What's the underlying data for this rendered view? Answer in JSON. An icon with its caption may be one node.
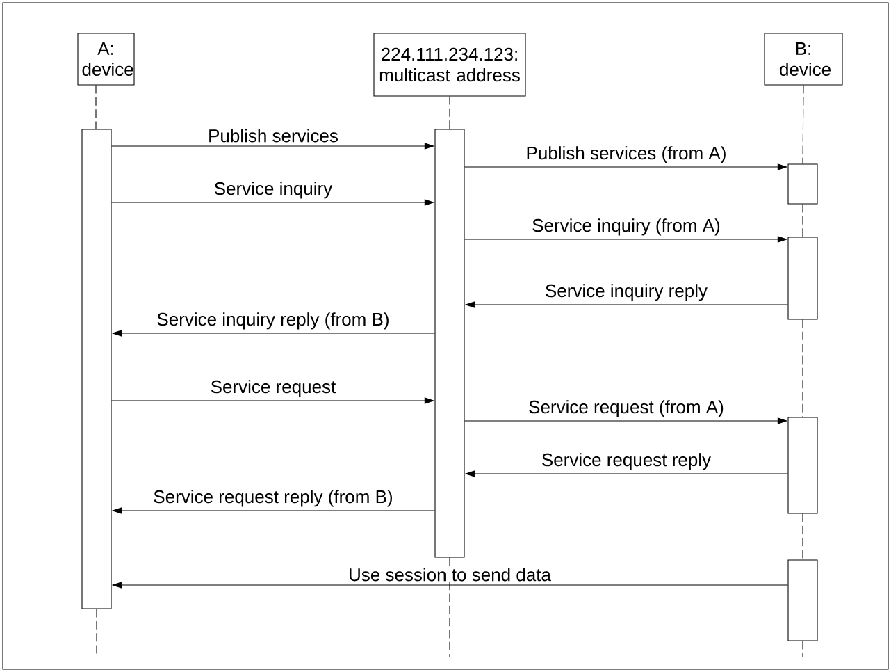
{
  "diagram": {
    "nodes": [
      {
        "text": [
          "A: device"
        ]
      },
      {
        "text": [
          "224.111.234.123: multicast address"
        ]
      },
      {
        "text": [
          "B: device"
        ]
      },
      {
        "text": [],
        "shape": "bar"
      },
      {
        "text": [],
        "shape": "bar"
      },
      {
        "text": [],
        "shape": "bar"
      },
      {
        "text": [],
        "shape": "bar"
      },
      {
        "text": [],
        "shape": "bar"
      },
      {
        "text": [],
        "shape": "bar"
      }
    ],
    "edges": [
      {
        "from": 3,
        "to": 4,
        "arrow": "to",
        "label": "Publish services"
      },
      {
        "from": 4,
        "to": 5,
        "arrow": "to",
        "label": "Publish services (from A)"
      },
      {
        "from": 3,
        "to": 4,
        "arrow": "to",
        "label": "Service inquiry"
      },
      {
        "from": 4,
        "to": 6,
        "arrow": "to",
        "label": "Service inquiry (from A)"
      },
      {
        "from": 6,
        "to": 4,
        "arrow": "to",
        "label": "Service inquiry reply"
      },
      {
        "from": 4,
        "to": 3,
        "arrow": "to",
        "label": "Service inquiry reply (from B)"
      },
      {
        "from": 3,
        "to": 4,
        "arrow": "to",
        "label": "Service request"
      },
      {
        "from": 4,
        "to": 7,
        "arrow": "to",
        "label": "Service request (from A)"
      },
      {
        "from": 7,
        "to": 4,
        "arrow": "to",
        "label": "Service request reply"
      },
      {
        "from": 4,
        "to": 3,
        "arrow": "to",
        "label": "Service request reply (from B)"
      },
      {
        "from": 8,
        "to": 3,
        "arrow": "to",
        "label": "Use session to send data"
      },
      {
        "from": 0,
        "to": 3,
        "arrow": "none",
        "style": "dashed"
      },
      {
        "from": 3,
        "to": null,
        "arrow": "none",
        "style": "dashed"
      },
      {
        "from": 1,
        "to": 4,
        "arrow": "none",
        "style": "dashed"
      },
      {
        "from": 4,
        "to": null,
        "arrow": "none",
        "style": "dashed"
      },
      {
        "from": 2,
        "to": 5,
        "arrow": "none",
        "style": "dashed"
      },
      {
        "from": 5,
        "to": 6,
        "arrow": "none",
        "style": "dashed"
      },
      {
        "from": 6,
        "to": 7,
        "arrow": "none",
        "style": "dashed"
      },
      {
        "from": 7,
        "to": 8,
        "arrow": "none",
        "style": "dashed"
      },
      {
        "from": 8,
        "to": null,
        "arrow": "none",
        "style": "dashed"
      }
    ]
  }
}
